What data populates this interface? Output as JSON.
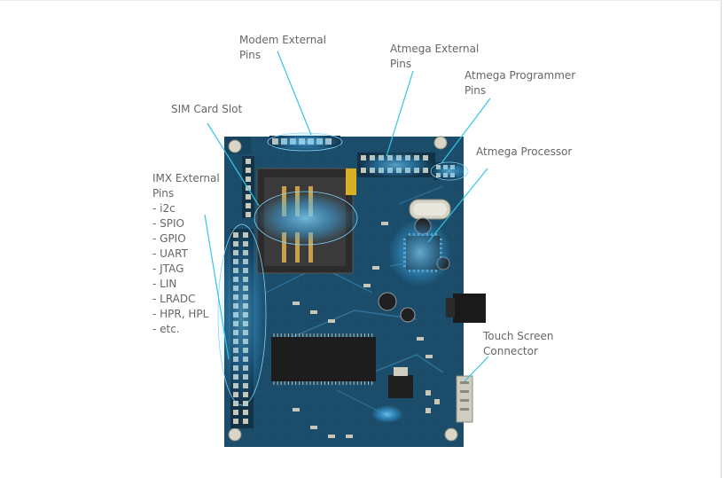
{
  "labels": {
    "modem": [
      "Modem External",
      "Pins"
    ],
    "atmega_ext": [
      "Atmega External",
      "Pins"
    ],
    "atmega_prog": [
      "Atmega Programmer",
      "Pins"
    ],
    "sim": [
      "SIM Card Slot"
    ],
    "atmega_proc": [
      "Atmega Processor"
    ],
    "imx": [
      "IMX External",
      "Pins",
      "- i2c",
      "- SPIO",
      "- GPIO",
      "- UART",
      "- JTAG",
      "- LIN",
      "- LRADC",
      "- HPR, HPL",
      "- etc."
    ],
    "touch": [
      "Touch Screen",
      "Connector"
    ]
  },
  "colors": {
    "pcb": "#1c4f6e",
    "pcb_dark": "#123a54",
    "trace": "#2a6a8f",
    "pad": "#c9c7b7",
    "callout": "#33c6e6",
    "highlight": "#3fb7ff",
    "label_text": "#666666"
  }
}
